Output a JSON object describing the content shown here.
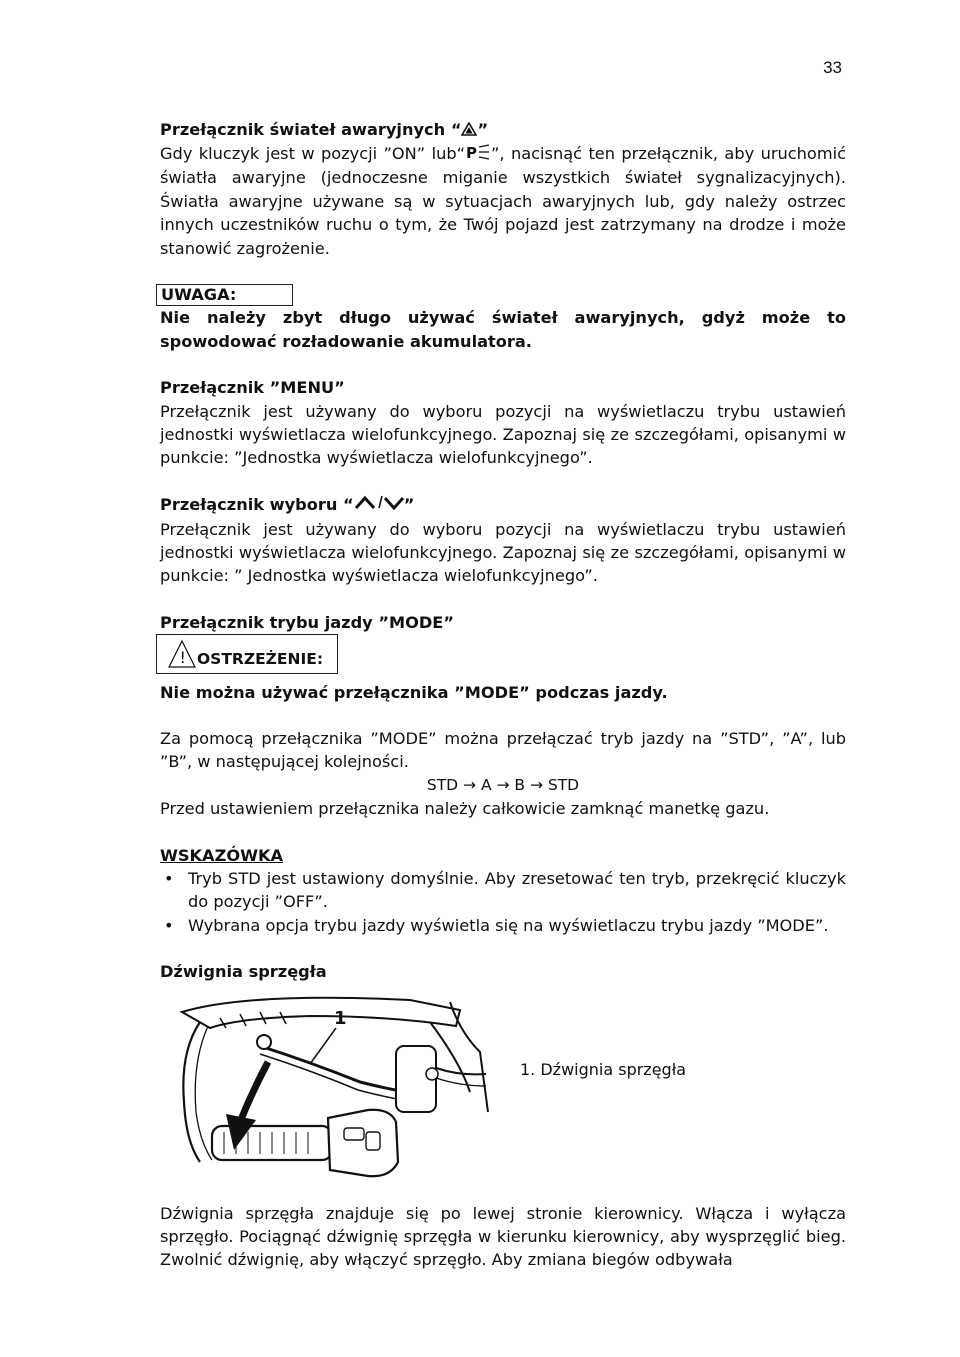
{
  "page_number": "33",
  "s1": {
    "title": "Przełącznik świateł awaryjnych",
    "quote_open": "“",
    "quote_close": "”",
    "text_a": "Gdy kluczyk jest w pozycji ”ON” lub",
    "text_b": ", nacisnąć ten przełącznik, aby uruchomić światła awaryjne (jednoczesne miganie wszystkich świateł sygnalizacyjnych). Światła awaryjne używane są w sytuacjach awaryjnych lub, gdy należy ostrzec innych uczestników ruchu o tym, że Twój pojazd jest zatrzymany na drodze i może stanowić zagrożenie."
  },
  "uwaga": {
    "label": "UWAGA:",
    "text": "Nie należy zbyt długo używać świateł awaryjnych, gdyż może to spowodować rozładowanie akumulatora."
  },
  "menu": {
    "title": "Przełącznik ”MENU”",
    "text": "Przełącznik jest używany do wyboru pozycji na wyświetlaczu trybu ustawień jednostki wyświetlacza wielofunkcyjnego. Zapoznaj się ze szczegółami, opisanymi w punkcie: ”Jednostka wyświetlacza wielofunkcyjnego”."
  },
  "wybor": {
    "title": "Przełącznik wyboru",
    "text": "Przełącznik jest używany do wyboru pozycji na wyświetlaczu trybu ustawień jednostki wyświetlacza wielofunkcyjnego. Zapoznaj się ze szczegółami, opisanymi w punkcie: ” Jednostka wyświetlacza wielofunkcyjnego”."
  },
  "mode": {
    "title": "Przełącznik trybu jazdy ”MODE”",
    "warning_label": "OSTRZEŻENIE:",
    "warning_text": "Nie można używać przełącznika ”MODE” podczas jazdy.",
    "text1": "Za pomocą przełącznika ”MODE” można przełączać tryb jazdy na ”STD”, ”A”, lub ”B”, w następującej kolejności.",
    "sequence": "STD → A → B → STD",
    "text2": "Przed ustawieniem przełącznika należy całkowicie zamknąć manetkę gazu."
  },
  "tip": {
    "label": "WSKAZÓWKA",
    "items": [
      "Tryb STD jest ustawiony domyślnie. Aby zresetować ten tryb, przekręcić kluczyk do pozycji ”OFF”.",
      "Wybrana opcja trybu jazdy wyświetla się na wyświetlaczu trybu jazdy ”MODE”."
    ]
  },
  "clutch": {
    "title": "Dźwignia sprzęgła",
    "figure_callout": "1",
    "caption": "1.   Dźwignia sprzęgła",
    "text": "Dźwignia sprzęgła znajduje się po lewej stronie kierownicy. Włącza i wyłącza sprzęgło. Pociągnąć dźwignię sprzęgła w kierunku kierownicy, aby wysprzęglić bieg. Zwolnić dźwignię, aby włączyć sprzęgło. Aby zmiana biegów odbywała"
  }
}
